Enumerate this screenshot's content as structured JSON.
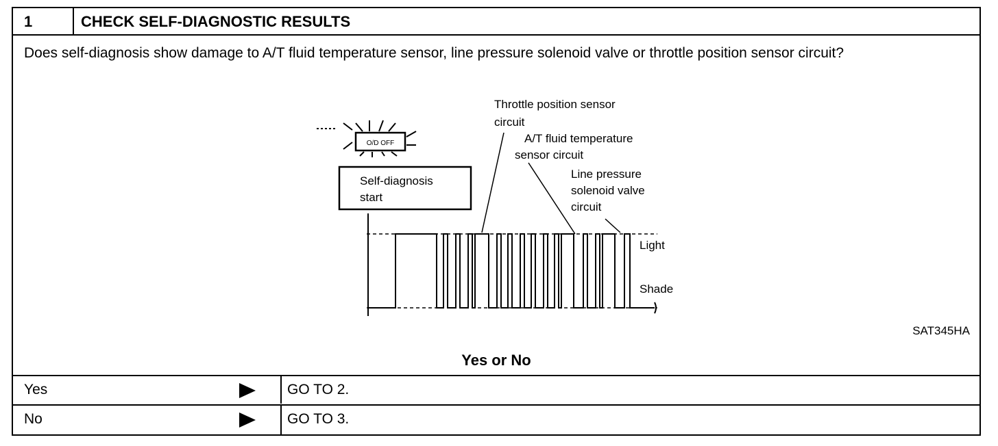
{
  "header": {
    "step_number": "1",
    "title": "CHECK SELF-DIAGNOSTIC RESULTS"
  },
  "question": "Does self-diagnosis show damage to A/T fluid temperature sensor, line pressure solenoid valve or throttle position sensor circuit?",
  "figure": {
    "indicator_text": "O/D OFF",
    "callout_line1": "Self-diagnosis",
    "callout_line2": "start",
    "label_tps_1": "Throttle position sensor",
    "label_tps_2": "circuit",
    "label_atf_1": "A/T fluid temperature",
    "label_atf_2": "sensor circuit",
    "label_lps_1": "Line pressure",
    "label_lps_2": "solenoid valve",
    "label_lps_3": "circuit",
    "label_light": "Light",
    "label_shade": "Shade",
    "reference": "SAT345HA"
  },
  "result_heading": "Yes or No",
  "rows": [
    {
      "answer": "Yes",
      "action": "GO TO 2."
    },
    {
      "answer": "No",
      "action": "GO TO 3."
    }
  ]
}
